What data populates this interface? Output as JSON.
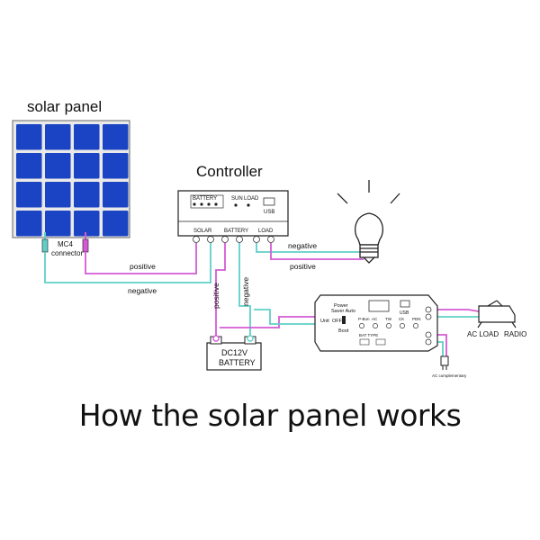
{
  "labels": {
    "solar_panel": "solar panel",
    "controller": "Controller",
    "mc4_line1": "MC4",
    "mc4_line2": "connector",
    "positive_panel": "positive",
    "negative_panel": "negative",
    "negative_load": "negative",
    "positive_load": "positive",
    "positive_battery": "positive",
    "negative_battery": "negative",
    "battery_line1": "DC12V",
    "battery_line2": "BATTERY",
    "ac_load": "AC LOAD",
    "radio": "RADIO",
    "ac_complementary": "AC complementary"
  },
  "controller": {
    "battery": "BATTERY",
    "sun": "SUN",
    "load": "LOAD",
    "usb": "USB",
    "solar_term": "SOLAR",
    "battery_term": "BATTERY",
    "load_term": "LOAD"
  },
  "inverter": {
    "power_saver_1": "Power",
    "power_saver_2": "Saver Auto",
    "unit": "Unit",
    "off": "OFF",
    "boot": "Boot",
    "usb": "USB",
    "bat_type": "BAT TYPE",
    "btn_labels": [
      "P-Bon",
      "AC",
      "TW",
      "CK",
      "PDN"
    ]
  },
  "caption": "How the solar panel works",
  "colors": {
    "positive_wire": "#d45bd4",
    "negative_wire": "#5fd0c8",
    "panel_cell": "#1a44c4",
    "outline": "#222222"
  }
}
